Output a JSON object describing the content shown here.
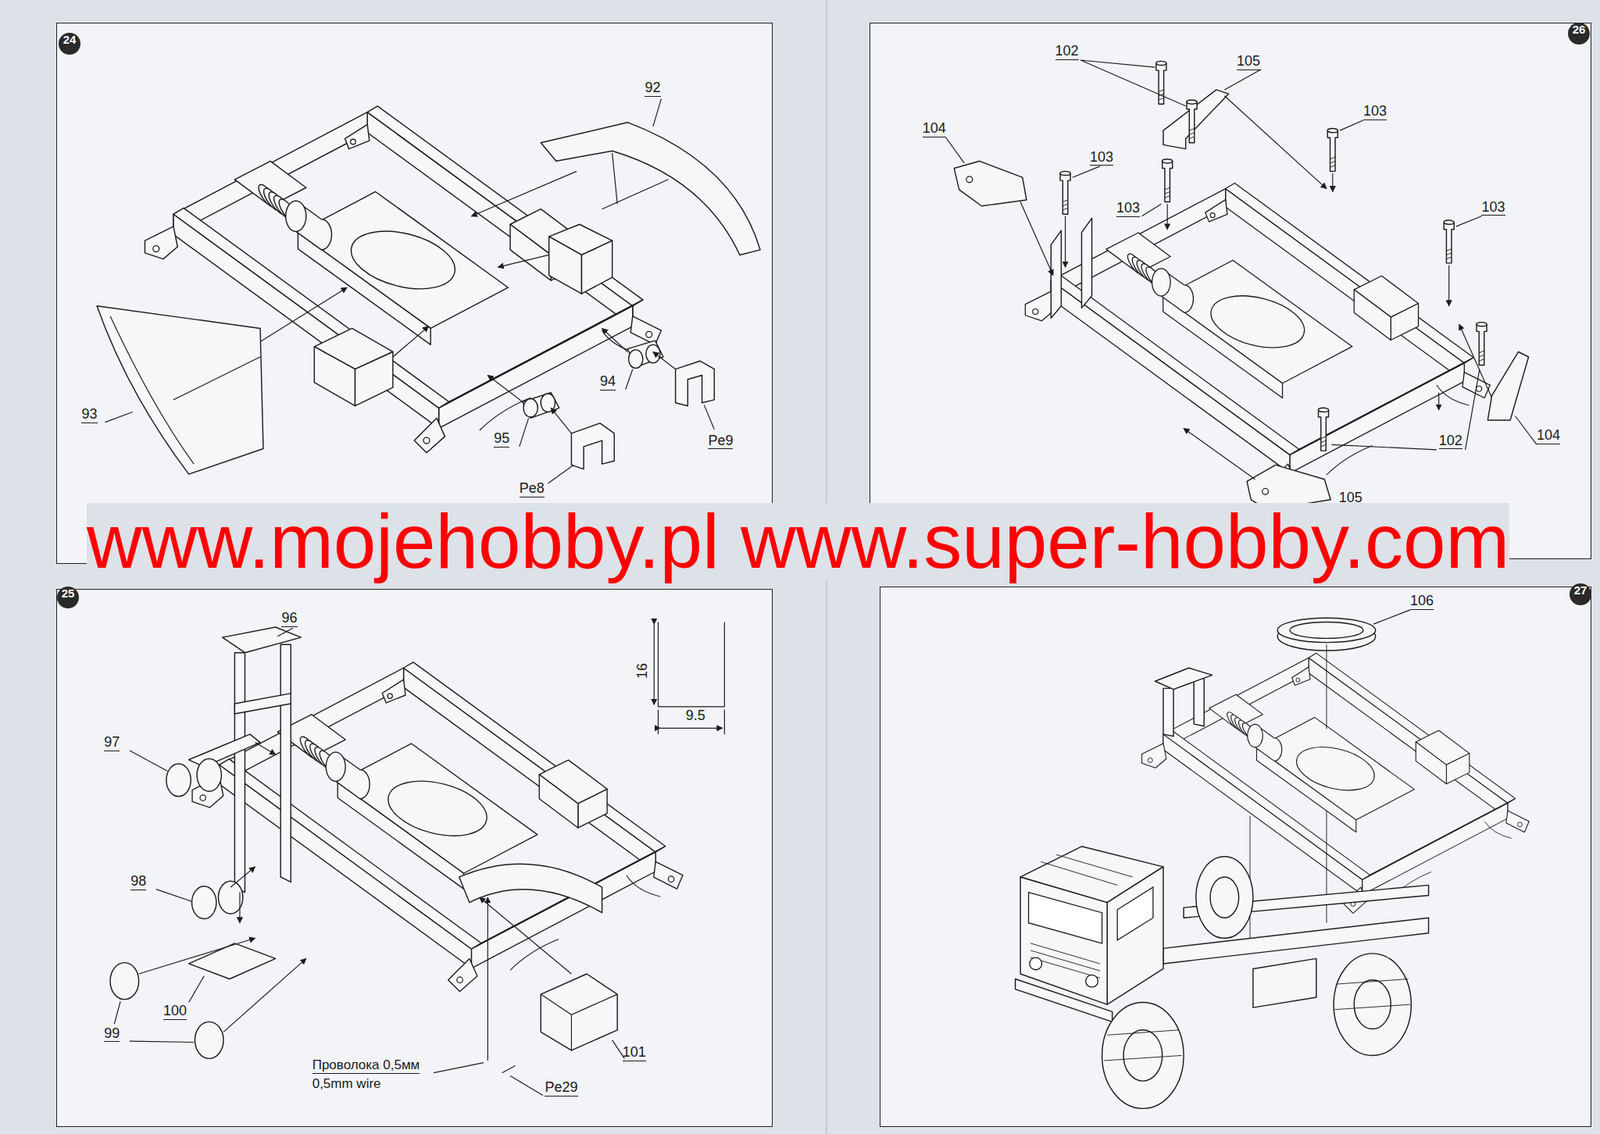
{
  "diagram": {
    "nodes": [
      {
        "text": [
          "24"
        ]
      },
      {
        "text": [
          "26"
        ]
      },
      {
        "text": [
          "25"
        ]
      },
      {
        "text": [
          "27"
        ]
      }
    ],
    "labels": [
      "92",
      "93",
      "94",
      "95",
      "Pe9",
      "Pe8",
      "102",
      "105",
      "104",
      "103",
      "103",
      "103",
      "103",
      "102",
      "104",
      "105",
      "www.mojehobby.pl www.super-hobby.com",
      "96",
      "97",
      "98",
      "99",
      "100",
      "16",
      "9.5",
      "Проволока 0,5мм",
      "0,5mm wire",
      "Pe29",
      "101",
      "106"
    ]
  }
}
